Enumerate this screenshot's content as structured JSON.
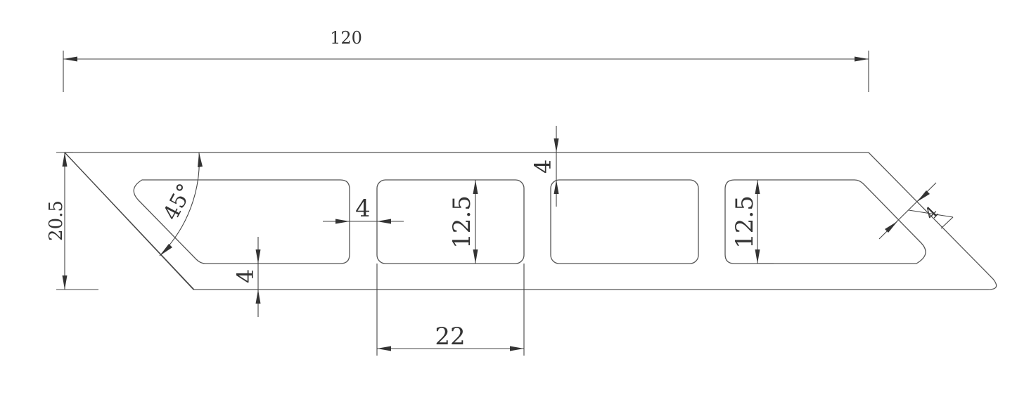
{
  "drawing": {
    "colors": {
      "background": "#ffffff",
      "outline": "#555555",
      "dimension": "#444444",
      "text": "#333333"
    },
    "dimensions": {
      "overall_length": "120",
      "height": "20.5",
      "angle": "45°",
      "slot_gap": "4",
      "slot_height_left": "12.5",
      "slot_height_right": "12.5",
      "top_wall": "4",
      "bottom_wall": "4",
      "slot_width": "22",
      "diagonal_wall": "4"
    }
  }
}
